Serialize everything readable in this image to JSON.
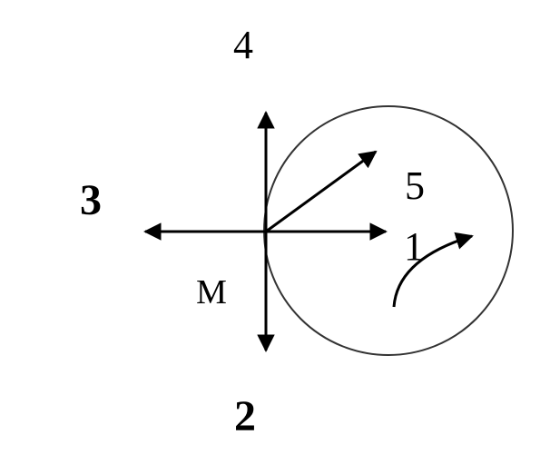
{
  "labels": {
    "top": "4",
    "left": "3",
    "bottom": "2",
    "diag": "5",
    "right": "1",
    "point": "M"
  },
  "arrows": [
    {
      "name": "arrow-4",
      "direction": "up"
    },
    {
      "name": "arrow-3",
      "direction": "left"
    },
    {
      "name": "arrow-2",
      "direction": "down"
    },
    {
      "name": "arrow-1",
      "direction": "right"
    },
    {
      "name": "arrow-5",
      "direction": "up-right"
    },
    {
      "name": "curved-arrow",
      "direction": "clockwise"
    }
  ],
  "colors": {
    "stroke": "#000000",
    "circle": "#333333",
    "background": "#ffffff"
  }
}
